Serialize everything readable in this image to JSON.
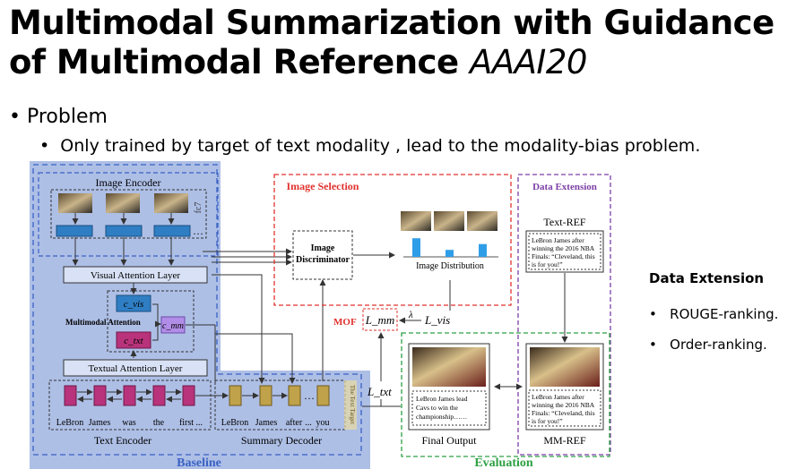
{
  "slide": {
    "title_main": "Multimodal Summarization with Guidance of Multimodal Reference",
    "title_venue": "AAAI20",
    "bullet_1": "Problem",
    "bullet_2": "Only trained by target of text modality , lead to the modality-bias problem.",
    "side_heading": "Data Extension",
    "side_items": [
      "ROUGE-ranking.",
      "Order-ranking."
    ]
  },
  "diagram": {
    "image_encoder": "Image Encoder",
    "fc7": "fc7",
    "visual_attention_layer": "Visual   Attention   Layer",
    "multimodal_attention": "Multimodal Attention",
    "c_vis": "c_vis",
    "c_txt": "c_txt",
    "c_mm": "c_mm",
    "textual_attention_layer": "Textual   Attention   Layer",
    "encoder_words": [
      "LeBron",
      "James",
      "was",
      "the",
      "first ..."
    ],
    "decoder_words": [
      "LeBron",
      "James",
      "after",
      "...",
      "you"
    ],
    "text_encoder": "Text Encoder",
    "summary_decoder": "Summary Decoder",
    "baseline": "Baseline",
    "image_selection": "Image Selection",
    "image_discriminator_line1": "Image",
    "image_discriminator_line2": "Discriminator",
    "image_distribution": "Image Distribution",
    "image_distribution_values": [
      0.8,
      0.3,
      0.55
    ],
    "mof": "MOF",
    "l_mm": "L_mm",
    "lambda": "λ",
    "l_vis": "L_vis",
    "l_txt": "L_txt",
    "data_extension": "Data Extension",
    "text_ref": "Text-REF",
    "text_ref_content": [
      "LeBron James after",
      "winning the 2016 NBA",
      "Finals: “Cleveland, this",
      "is for you!”"
    ],
    "final_output_content": [
      "LeBron James lead",
      "Cavs to win the",
      "championship……"
    ],
    "final_output": "Final Output",
    "mm_ref_content": [
      "LeBron James after",
      "winning the 2016 NBA",
      "Finals: “Cleveland, this",
      "is for you!”"
    ],
    "mm_ref": "MM-REF",
    "evaluation": "Evaluation",
    "target_text": "The Text Target"
  },
  "colors": {
    "baseline_fill": "#aebfe6",
    "baseline_label": "#3a62c4",
    "selection_red": "#e0322e",
    "extension_purple": "#7d3fa6",
    "evaluation_green": "#2ea043",
    "encoder_blue": "#2f7ec4",
    "word_magenta": "#b8337b",
    "decoder_gold": "#bfa24a",
    "cmm_purple": "#b28de8"
  }
}
